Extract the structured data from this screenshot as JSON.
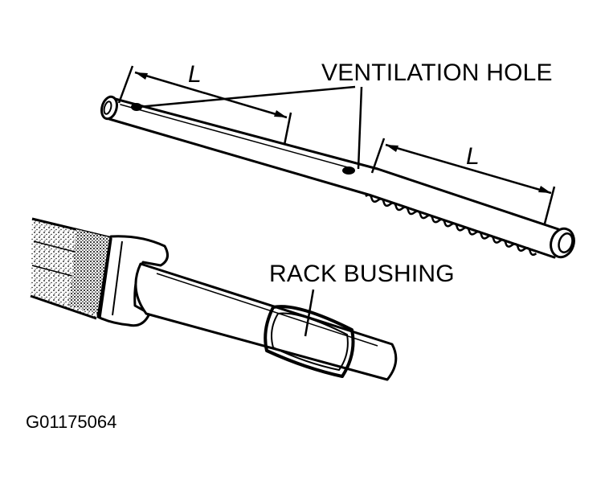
{
  "labels": {
    "ventilation_hole": "VENTILATION HOLE",
    "rack_bushing": "RACK BUSHING",
    "dimension_left": "L",
    "dimension_right": "L",
    "figure_id": "G01175064"
  },
  "colors": {
    "ink": "#000000",
    "paper": "#ffffff"
  }
}
